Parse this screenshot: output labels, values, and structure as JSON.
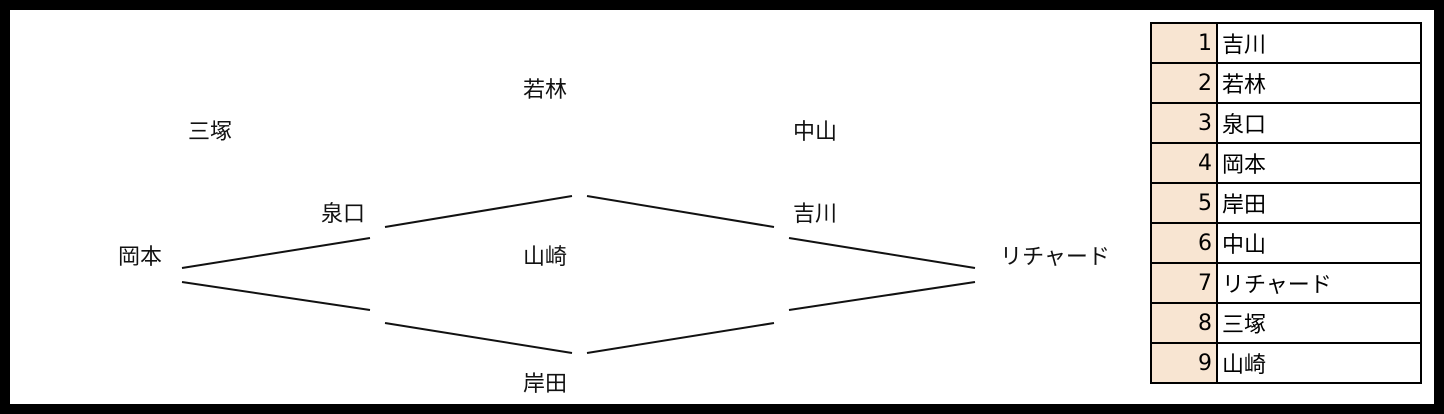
{
  "diagram": {
    "nodes": {
      "wakabayashi": "若林",
      "mitsuka": "三塚",
      "nakayama": "中山",
      "izumiguchi": "泉口",
      "yoshikawa": "吉川",
      "okamoto": "岡本",
      "yamasaki": "山崎",
      "richard": "リチャード",
      "kishida": "岸田"
    }
  },
  "table": {
    "rows": [
      {
        "num": "1",
        "name": "吉川"
      },
      {
        "num": "2",
        "name": "若林"
      },
      {
        "num": "3",
        "name": "泉口"
      },
      {
        "num": "4",
        "name": "岡本"
      },
      {
        "num": "5",
        "name": "岸田"
      },
      {
        "num": "6",
        "name": "中山"
      },
      {
        "num": "7",
        "name": "リチャード"
      },
      {
        "num": "8",
        "name": "三塚"
      },
      {
        "num": "9",
        "name": "山崎"
      }
    ]
  }
}
